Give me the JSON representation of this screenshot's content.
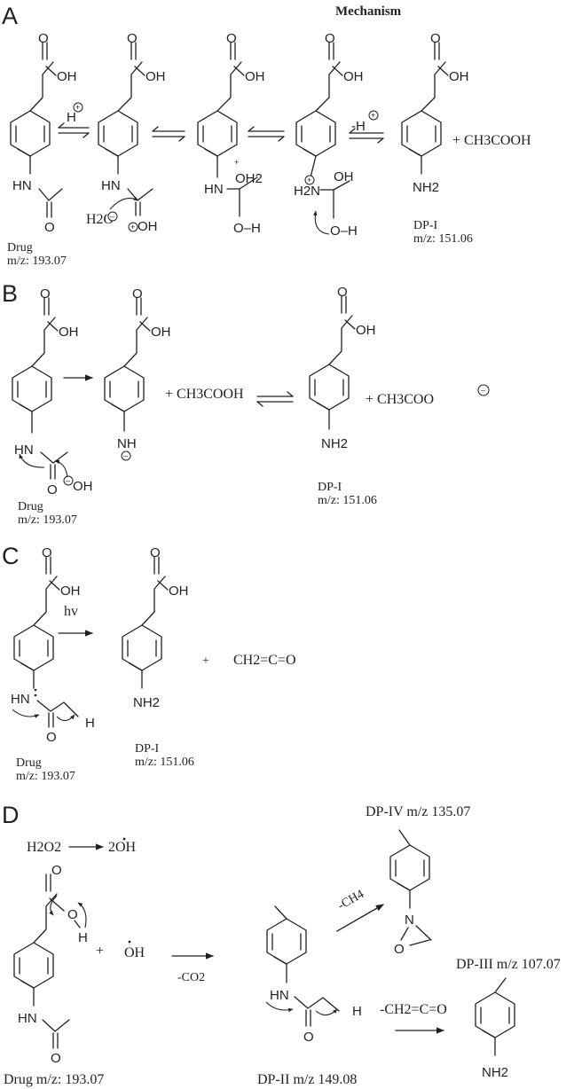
{
  "title": "Mechanism",
  "panels": {
    "A": {
      "label": "A",
      "drug_caption": "Drug",
      "drug_mz": "m/z: 193.07",
      "dp_caption": "DP-I",
      "dp_mz": "m/z: 151.06",
      "step1_reagent": "H",
      "step4_reagent": "-H",
      "product2": "+ CH3COOH",
      "atoms": {
        "oh": "OH",
        "o": "O",
        "hn": "HN",
        "h2o": "H2O",
        "oh_plus": "OH",
        "oh2": "OH2",
        "o_h": "O–H",
        "h2n": "H2N",
        "nh2": "NH2",
        "h": "H"
      }
    },
    "B": {
      "label": "B",
      "drug_caption": "Drug",
      "drug_mz": "m/z: 193.07",
      "dp_caption": "DP-I",
      "dp_mz": "m/z: 151.06",
      "byproduct": "+ CH3COOH",
      "byproduct2": "+ CH3COO",
      "atoms": {
        "oh": "OH",
        "o": "O",
        "hn": "HN",
        "nh": "NH",
        "nh2": "NH2",
        "hydroxide": "OH"
      }
    },
    "C": {
      "label": "C",
      "drug_caption": "Drug",
      "drug_mz": "m/z: 193.07",
      "dp_caption": "DP-I",
      "dp_mz": "m/z: 151.06",
      "condition": "hv",
      "plus": "+",
      "byproduct": "CH2=C=O",
      "atoms": {
        "oh": "OH",
        "o": "O",
        "hn": "HN",
        "nh2": "NH2",
        "h": "H"
      }
    },
    "D": {
      "label": "D",
      "radical_eq_left": "H2O2",
      "radical_eq_right": "2OH",
      "plus": "+",
      "radical": "OH",
      "loss_co2": "-CO2",
      "loss_ch4": "-CH4",
      "loss_ketene": "-CH2=C=O",
      "drug_caption": "Drug  m/z: 193.07",
      "dp2": "DP-II m/z 149.08",
      "dp3": "DP-III m/z 107.07",
      "dp4": "DP-IV m/z 135.07",
      "atoms": {
        "o": "O",
        "h": "H",
        "hn": "HN",
        "n": "N",
        "nh2": "NH2"
      }
    }
  }
}
